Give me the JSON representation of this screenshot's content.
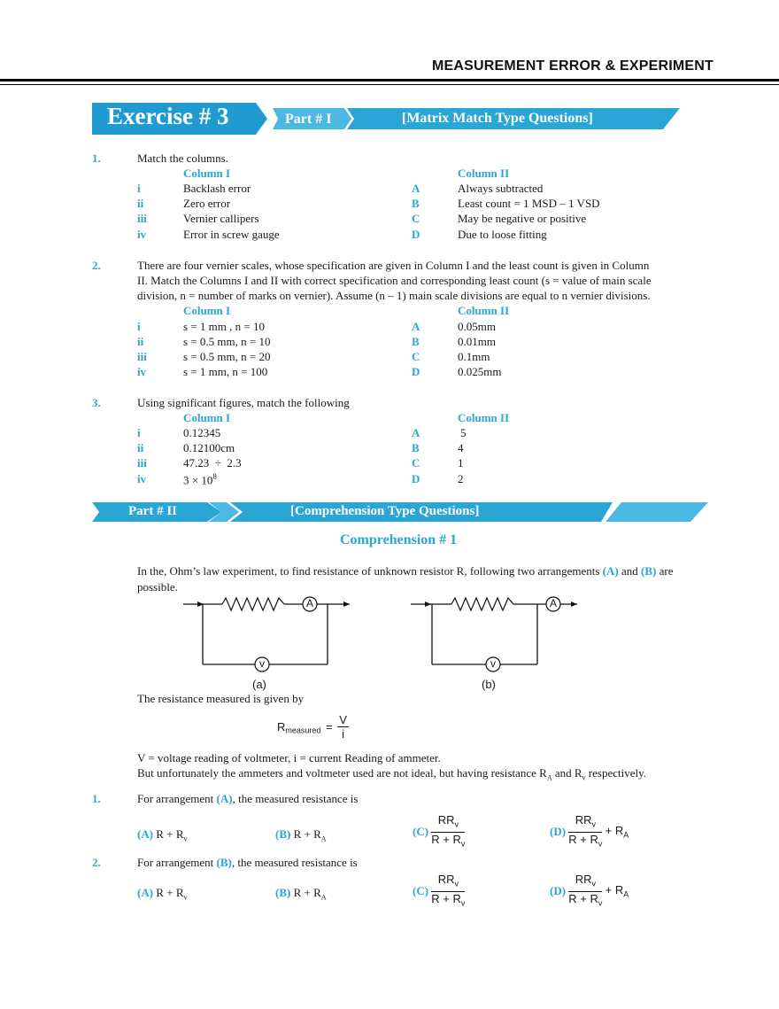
{
  "header": {
    "title": "MEASUREMENT ERROR & EXPERIMENT"
  },
  "banner1": {
    "exercise": "Exercise # 3",
    "part": "Part # I",
    "type": "[Matrix Match Type Questions]"
  },
  "q1": {
    "num": "1.",
    "text": "Match the columns.",
    "col1": "Column I",
    "col2": "Column II",
    "rows": [
      {
        "r": "i",
        "a": "Backlash error",
        "l": "A",
        "b": "Always  subtracted"
      },
      {
        "r": "ii",
        "a": "Zero error",
        "l": "B",
        "b": "Least count = 1 MSD – 1 VSD"
      },
      {
        "r": "iii",
        "a": "Vernier callipers",
        "l": "C",
        "b": "May be negative or positive"
      },
      {
        "r": "iv",
        "a": "Error in screw gauge",
        "l": "D",
        "b": "Due to loose fitting"
      }
    ]
  },
  "q2": {
    "num": "2.",
    "line1": "There are four vernier scales, whose specification are given in Column I and the least count is given in Column",
    "line2": "II. Match the Columns I and II with correct specification and corresponding least count (s = value of main scale",
    "line3": "division, n = number of marks on vernier). Assume (n – 1) main scale divisions are equal to n vernier divisions.",
    "col1": "Column I",
    "col2": "Column II",
    "rows": [
      {
        "r": "i",
        "a": "s = 1 mm , n = 10",
        "l": "A",
        "b": "0.05mm"
      },
      {
        "r": "ii",
        "a": "s = 0.5 mm, n = 10",
        "l": "B",
        "b": "0.01mm"
      },
      {
        "r": "iii",
        "a": "s = 0.5 mm, n = 20",
        "l": "C",
        "b": "0.1mm"
      },
      {
        "r": "iv",
        "a": "s = 1 mm, n = 100",
        "l": "D",
        "b": "0.025mm"
      }
    ]
  },
  "q3": {
    "num": "3.",
    "text": "Using significant figures, match the following",
    "col1": "Column I",
    "col2": "Column II",
    "rows": [
      {
        "r": "i",
        "a": "0.12345",
        "l": "A",
        "b": "5"
      },
      {
        "r": "ii",
        "a": "0.12100cm",
        "l": "B",
        "b": "4"
      },
      {
        "r": "iii",
        "a": "47.23  ÷  2.3",
        "l": "C",
        "b": "1"
      },
      {
        "r": "iv",
        "a": "3 × 10",
        "sup": "8",
        "l": "D",
        "b": "2"
      }
    ]
  },
  "banner2": {
    "part": "Part # II",
    "type": "[Comprehension Type Questions]"
  },
  "comprehension": {
    "title": "Comprehension # 1",
    "intro1": "In the, Ohm’s law experiment,  to find resistance of unknown resistor R, following two arrangements ",
    "introA": "(A)",
    "introAnd": " and ",
    "introB": "(B)",
    "introEnd": " are",
    "intro2": "possible.",
    "fig_a": "(a)",
    "fig_b": "(b)",
    "ammeter": "A",
    "voltmeter": "v",
    "measured_text": "The resistance measured is given by",
    "r_symbol": "R",
    "r_sub": "measured",
    "eq": "=",
    "frac_num": "V",
    "frac_den": "i",
    "def_line": "V = voltage reading of voltmeter, i = current Reading of ammeter.",
    "def_line2a": "But unfortunately the ammeters and voltmeter used are not ideal, but having resistance R",
    "sub_A": "A",
    "and": " and R",
    "sub_v": "v",
    "def_line2b": " respectively."
  },
  "cq1": {
    "num": "1.",
    "pre": "For arrangement ",
    "arr": "(A)",
    "post": ", the measured resistance is",
    "options": {
      "A": "(A)",
      "B": "(B)",
      "C": "(C)",
      "D": "(D)"
    }
  },
  "cq2": {
    "num": "2.",
    "pre": "For arrangement ",
    "arr": "(B)",
    "post": ", the measured resistance is",
    "options": {
      "A": "(A)",
      "B": "(B)",
      "C": "(C)",
      "D": "(D)"
    }
  },
  "math": {
    "R": "R",
    "plus": "+",
    "v": "v",
    "A": "A",
    "RRv": "RR",
    "RplusR": "R + R",
    "plusRA": "+ R"
  },
  "colors": {
    "accent": "#29a6d6",
    "banner_dark": "#1f9bd1",
    "banner_light": "#4cb8e4"
  }
}
